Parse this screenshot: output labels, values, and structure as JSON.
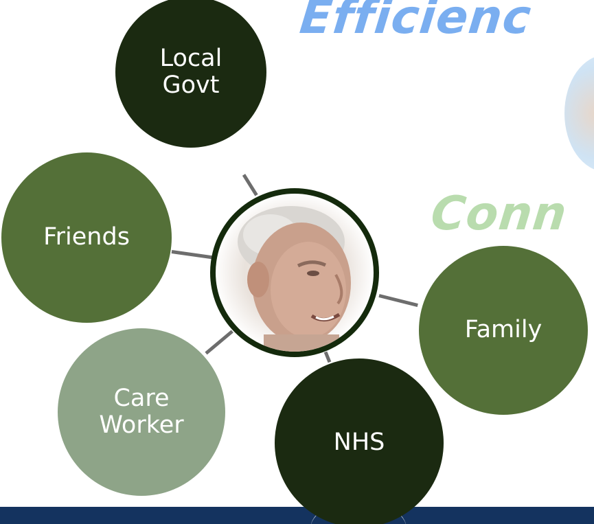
{
  "headlines": {
    "efficiency": "Efficienc",
    "connect": "Conn"
  },
  "colors": {
    "dark_green": "#1b2a11",
    "mid_green": "#547038",
    "light_sage": "#8ea488",
    "efficiency_blue": "#7aaef0",
    "connect_green": "#b9dcae",
    "bottom_bar_navy": "#14335f",
    "connector_grey": "#6d6d6d"
  },
  "center": {
    "description_icon": "elderly-man-photo"
  },
  "nodes": {
    "local_govt": "Local\nGovt",
    "friends": "Friends",
    "family": "Family",
    "care_worker": "Care\nWorker",
    "nhs": "NHS"
  }
}
